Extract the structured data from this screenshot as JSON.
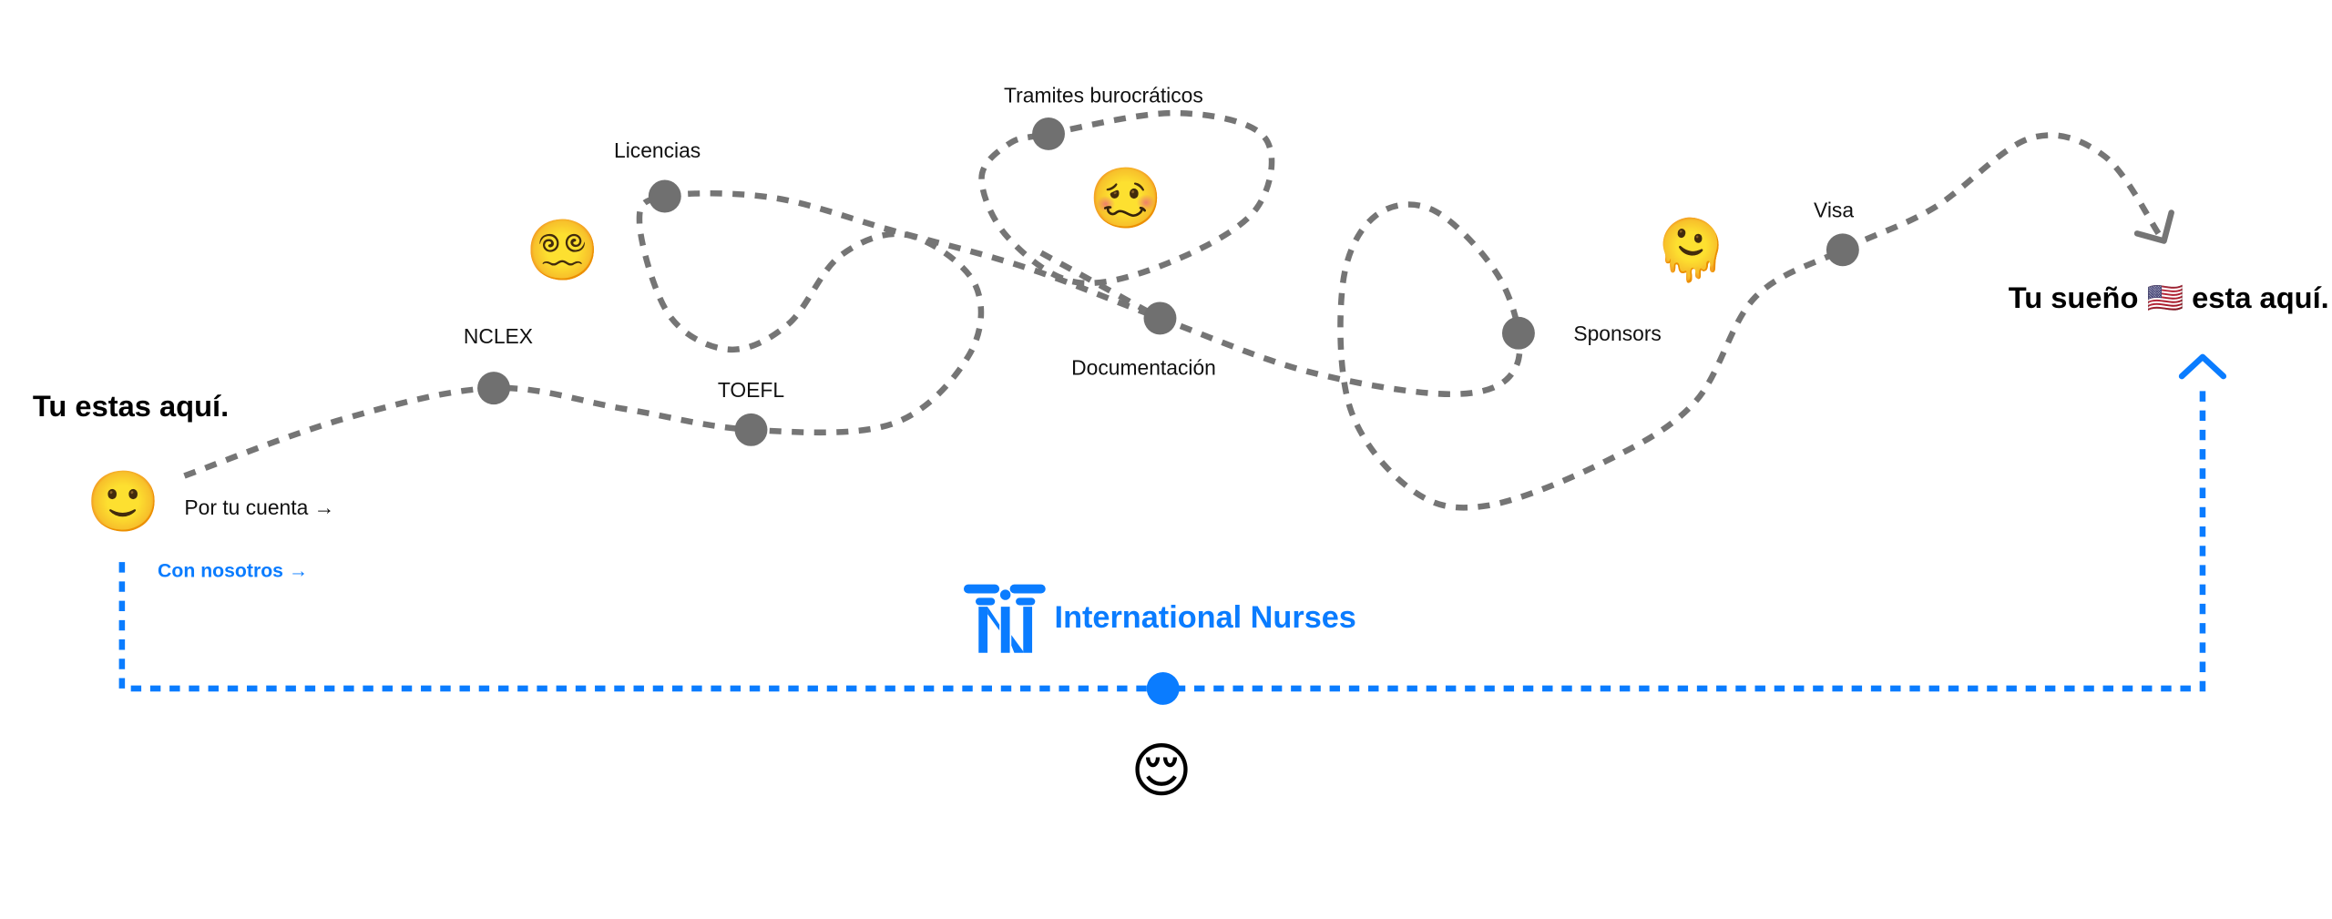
{
  "start": {
    "title": "Tu estas aquí.",
    "alone_label": "Por tu cuenta →",
    "with_us_label": "Con nosotros →"
  },
  "goal": {
    "title": "Tu sueño 🇺🇸 esta aquí."
  },
  "milestones": {
    "nclex": "NCLEX",
    "toefl": "TOEFL",
    "licencias": "Licencias",
    "tramites": "Tramites burocráticos",
    "documentacion": "Documentación",
    "sponsors": "Sponsors",
    "visa": "Visa"
  },
  "emojis": {
    "start": "🙂",
    "dizzy": "😵‍💫",
    "woozy": "🥴",
    "melting": "🫠",
    "relieved": "😌"
  },
  "brand": {
    "name": "International Nurses"
  },
  "colors": {
    "path_grey": "#757575",
    "brand_blue": "#0A7CFF",
    "dot_grey": "#707070"
  }
}
